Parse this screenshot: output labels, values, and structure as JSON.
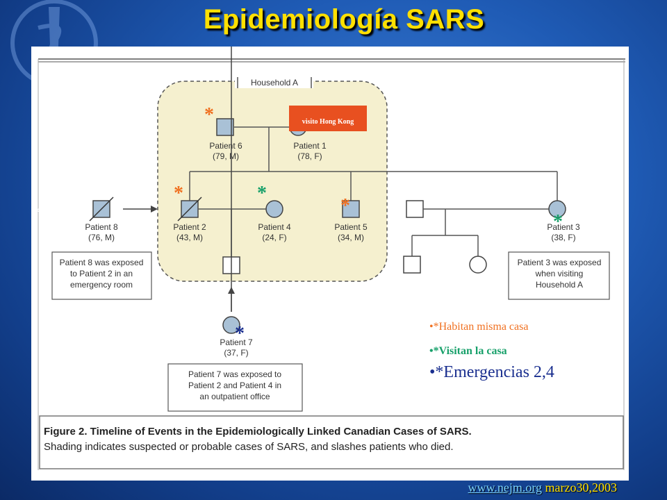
{
  "slide": {
    "title": "Epidemiología SARS",
    "source_link": "www.nejm.org",
    "source_date": " marzo30,2003"
  },
  "diagram": {
    "household_label": "Household A",
    "patients": [
      {
        "id": "p6",
        "name": "Patient 6",
        "info": "(79, M)",
        "shape": "square",
        "shaded": true,
        "deceased": false
      },
      {
        "id": "p1",
        "name": "Patient 1",
        "info": "(78, F)",
        "shape": "circle",
        "shaded": true,
        "deceased": false
      },
      {
        "id": "p8",
        "name": "Patient 8",
        "info": "(76, M)",
        "shape": "square",
        "shaded": true,
        "deceased": true
      },
      {
        "id": "p2",
        "name": "Patient 2",
        "info": "(43, M)",
        "shape": "square",
        "shaded": true,
        "deceased": true
      },
      {
        "id": "p4",
        "name": "Patient 4",
        "info": "(24, F)",
        "shape": "circle",
        "shaded": true,
        "deceased": false
      },
      {
        "id": "p5",
        "name": "Patient 5",
        "info": "(34, M)",
        "shape": "square",
        "shaded": true,
        "deceased": false
      },
      {
        "id": "p3",
        "name": "Patient 3",
        "info": "(38, F)",
        "shape": "circle",
        "shaded": true,
        "deceased": false
      },
      {
        "id": "p7",
        "name": "Patient 7",
        "info": "(37, F)",
        "shape": "circle",
        "shaded": true,
        "deceased": false
      }
    ],
    "notes": {
      "p8": [
        "Patient 8 was exposed",
        "to Patient 2 in an",
        "emergency room"
      ],
      "p3": [
        "Patient 3 was exposed",
        "when visiting",
        "Household A"
      ],
      "p7": [
        "Patient 7 was exposed to",
        "Patient 2 and Patient 4 in",
        "an outpatient office"
      ]
    },
    "caption_title": "Figure 2. Timeline of Events in the Epidemiologically Linked Canadian Cases of SARS.",
    "caption_body": "Shading indicates suspected or probable cases of SARS, and slashes patients who died."
  },
  "annotations": {
    "visito_label": "visito Hong Kong",
    "asterisk": "*",
    "edge_mark": "**",
    "colors": {
      "orange": "#f07020",
      "green": "#17a06a",
      "navy": "#1a2f8f",
      "shade": "#a9c1d6",
      "household_bg": "#f5f0cf"
    }
  },
  "legend": {
    "items": [
      "•*Habitan misma casa",
      "•*Visitan la casa",
      "•*Emergencias 2,4"
    ]
  }
}
